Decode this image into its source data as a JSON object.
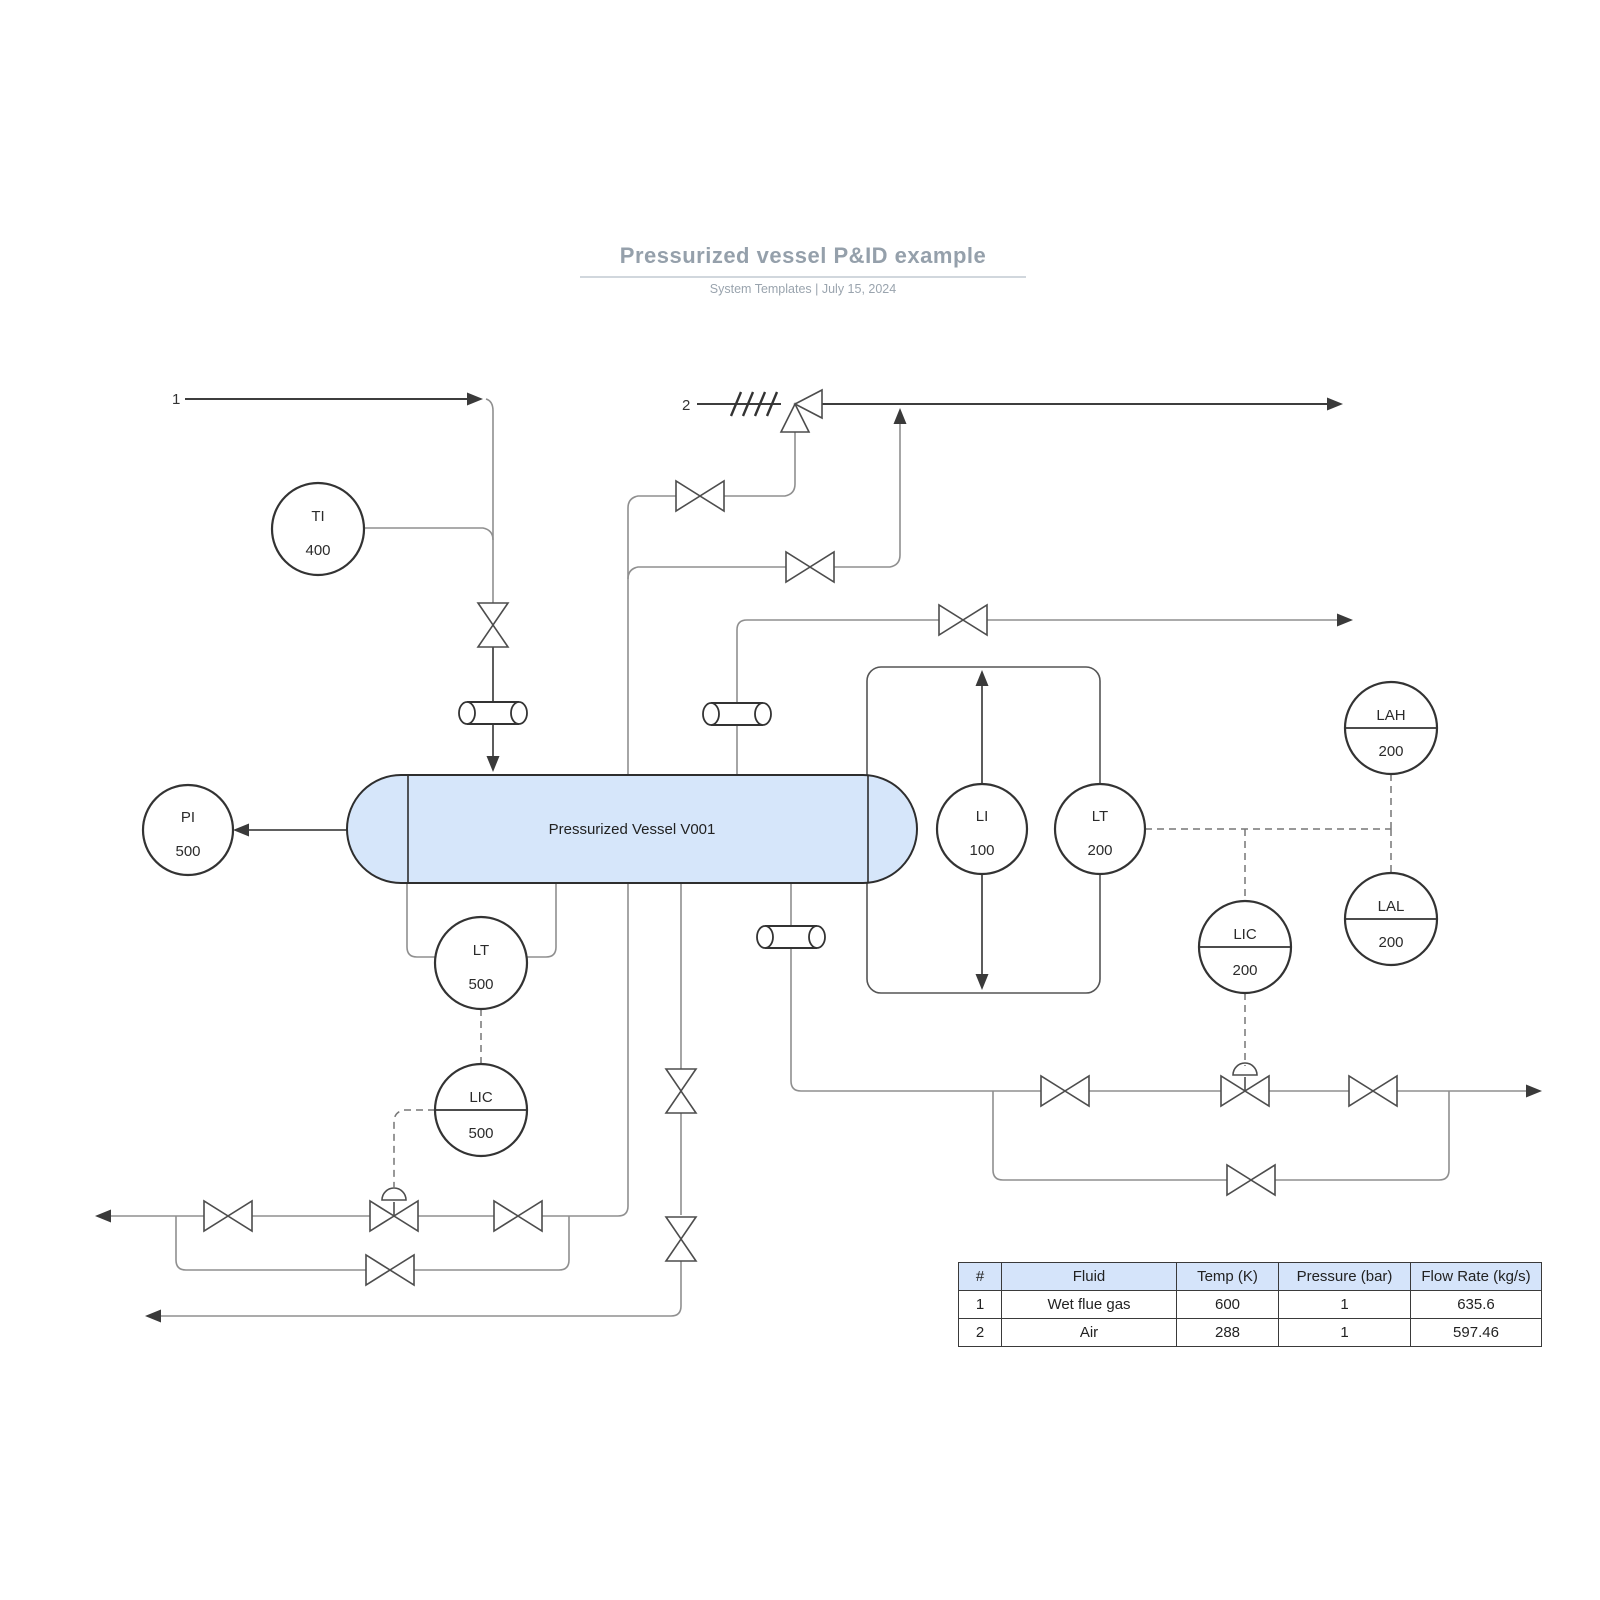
{
  "header": {
    "title": "Pressurized vessel P&ID example",
    "subtitle": "System Templates  |  July 15, 2024"
  },
  "streams": {
    "label1": "1",
    "label2": "2"
  },
  "vessel": {
    "label": "Pressurized Vessel V001",
    "fill": "#d6e6fa"
  },
  "instruments": [
    {
      "id": "TI-400",
      "tag": "TI",
      "num": "400",
      "divider": false
    },
    {
      "id": "PI-500",
      "tag": "PI",
      "num": "500",
      "divider": false
    },
    {
      "id": "LT-500",
      "tag": "LT",
      "num": "500",
      "divider": false
    },
    {
      "id": "LIC-500",
      "tag": "LIC",
      "num": "500",
      "divider": true
    },
    {
      "id": "LI-100",
      "tag": "LI",
      "num": "100",
      "divider": false
    },
    {
      "id": "LT-200",
      "tag": "LT",
      "num": "200",
      "divider": false
    },
    {
      "id": "LIC-200",
      "tag": "LIC",
      "num": "200",
      "divider": true
    },
    {
      "id": "LAH-200",
      "tag": "LAH",
      "num": "200",
      "divider": true
    },
    {
      "id": "LAL-200",
      "tag": "LAL",
      "num": "200",
      "divider": true
    }
  ],
  "table": {
    "headers": [
      "#",
      "Fluid",
      "Temp (K)",
      "Pressure (bar)",
      "Flow Rate (kg/s)"
    ],
    "rows": [
      [
        "1",
        "Wet flue gas",
        "600",
        "1",
        "635.6"
      ],
      [
        "2",
        "Air",
        "288",
        "1",
        "597.46"
      ]
    ]
  },
  "colors": {
    "vessel_fill": "#d6e6fa",
    "pipe_line": "#4a4a4a",
    "signal_line": "#777777",
    "table_header_bg": "#d5e4fa",
    "title_color": "#95a0ab"
  }
}
